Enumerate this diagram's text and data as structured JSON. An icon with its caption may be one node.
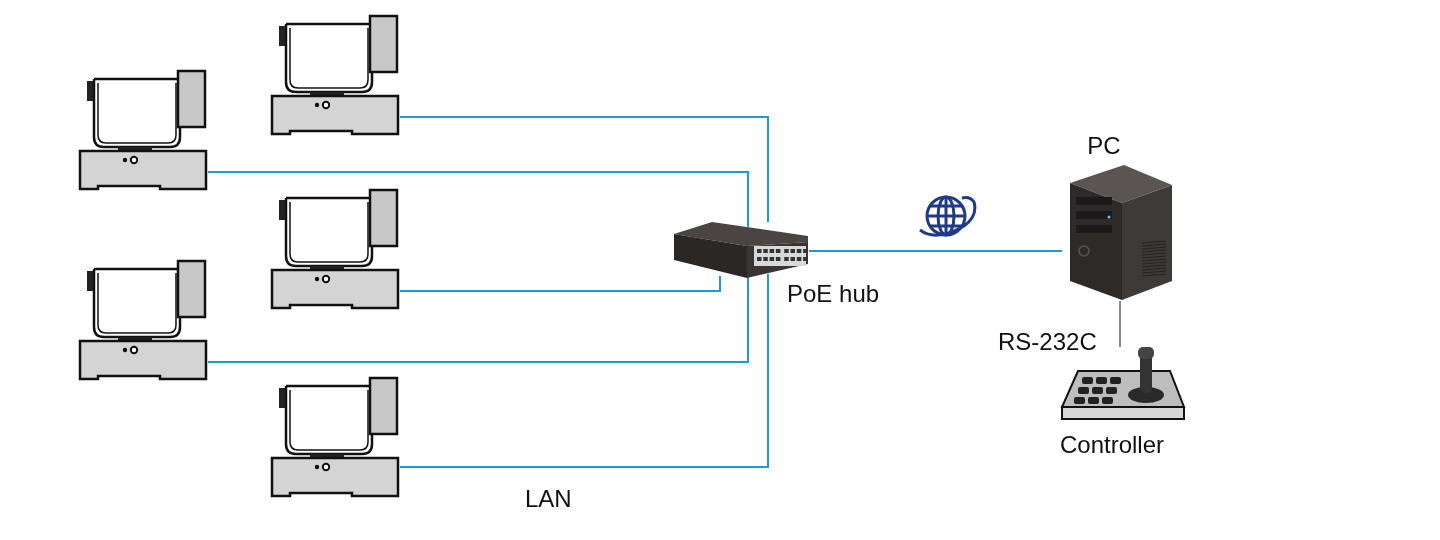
{
  "diagram": {
    "nodes": [
      {
        "text": [],
        "shape": "picture"
      },
      {
        "text": [],
        "shape": "picture"
      },
      {
        "text": [],
        "shape": "picture"
      },
      {
        "text": [],
        "shape": "picture"
      },
      {
        "text": [],
        "shape": "picture"
      },
      {
        "text": [],
        "shape": "picture",
        "beside": [
          "PoE hub"
        ]
      },
      {
        "text": [],
        "shape": "picture",
        "beside": [
          "PC"
        ]
      },
      {
        "text": [],
        "shape": "picture",
        "beside": [
          "Controller"
        ]
      }
    ],
    "edges": [
      {
        "from": 0,
        "to": 5,
        "arrow": "none"
      },
      {
        "from": 1,
        "to": 5,
        "arrow": "none"
      },
      {
        "from": 2,
        "to": 5,
        "arrow": "none"
      },
      {
        "from": 3,
        "to": 5,
        "arrow": "none"
      },
      {
        "from": 4,
        "to": 5,
        "arrow": "none"
      },
      {
        "from": 5,
        "to": 6,
        "arrow": "none"
      },
      {
        "from": 6,
        "to": 7,
        "arrow": "none",
        "label": "RS-232C",
        "color": "#8c8c8c"
      }
    ],
    "labels": [
      "LAN"
    ]
  }
}
